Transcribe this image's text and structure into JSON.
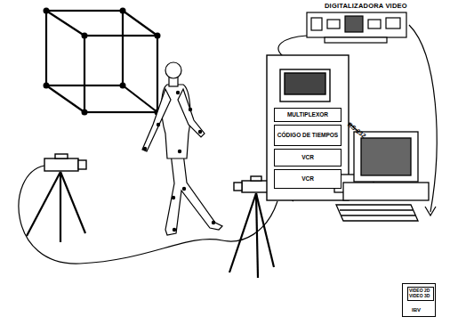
{
  "diagram": {
    "nodes": [
      {
        "text": [
          "DIGITALIZADORA VIDEO"
        ]
      },
      {
        "text": [
          "MULTIPLEXOR"
        ]
      },
      {
        "text": [
          "CÓDIGO DE TIEMPOS"
        ]
      },
      {
        "text": [
          "VCR"
        ]
      },
      {
        "text": [
          "VCR"
        ]
      },
      {
        "text": [
          "VIDEO 2D VIDEO 3D",
          "IBV"
        ]
      }
    ],
    "labels": [
      "RS-232"
    ]
  }
}
